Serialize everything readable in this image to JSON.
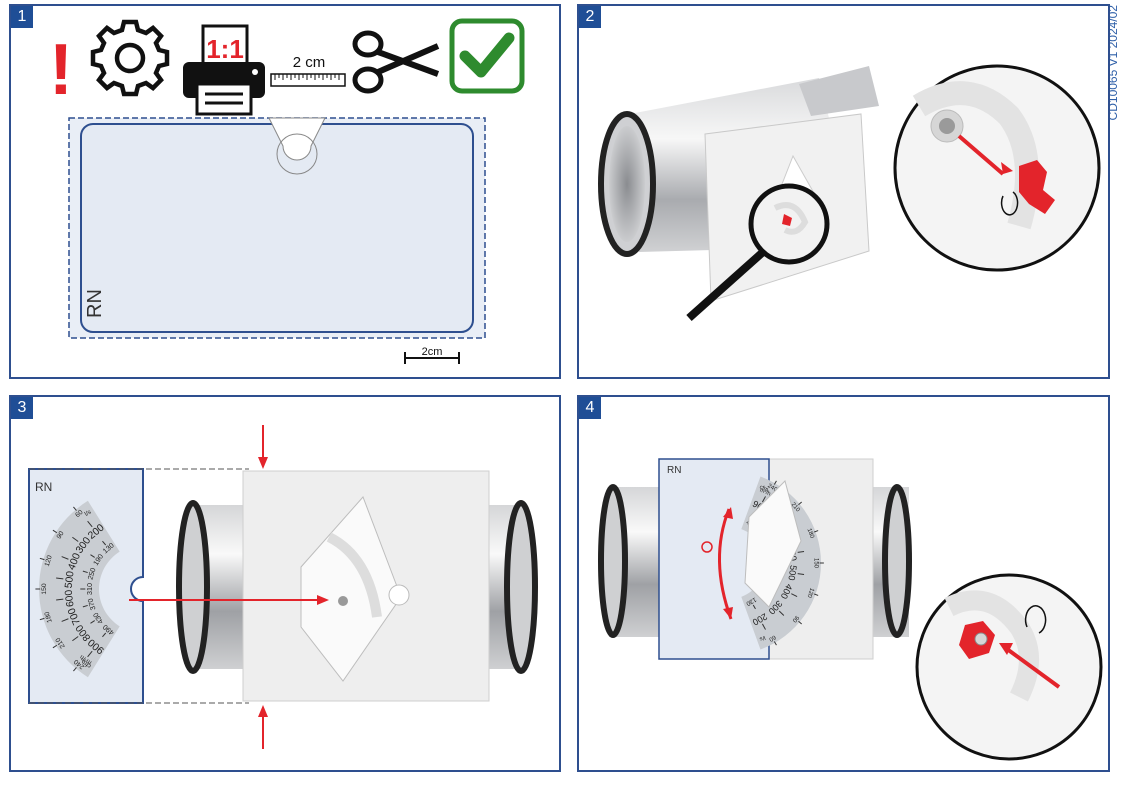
{
  "document_id": "CD10065 V1 2024/02",
  "panels": [
    {
      "number": "1"
    },
    {
      "number": "2"
    },
    {
      "number": "3"
    },
    {
      "number": "4"
    }
  ],
  "step1": {
    "exclamation": "!",
    "printer_scale": "1:1",
    "ruler_label": "2 cm",
    "template_code": "RN",
    "scale_bar_label": "2cm"
  },
  "scale": {
    "unit_cfm": "cfm",
    "unit_m3h": "m³/h",
    "unit_ls": "l/s",
    "outer_ls": [
      "240",
      "210",
      "180",
      "150",
      "120",
      "90",
      "60"
    ],
    "m3h_values": [
      "900",
      "800",
      "700",
      "600",
      "500",
      "400",
      "300",
      "200"
    ],
    "cfm_values": [
      "490",
      "430",
      "370",
      "310",
      "250",
      "190",
      "130"
    ]
  },
  "colors": {
    "brand_blue": "#1f4e96",
    "accent_red": "#e3242b",
    "check_green": "#2e8b2e",
    "template_grey": "#c9cdd2"
  }
}
